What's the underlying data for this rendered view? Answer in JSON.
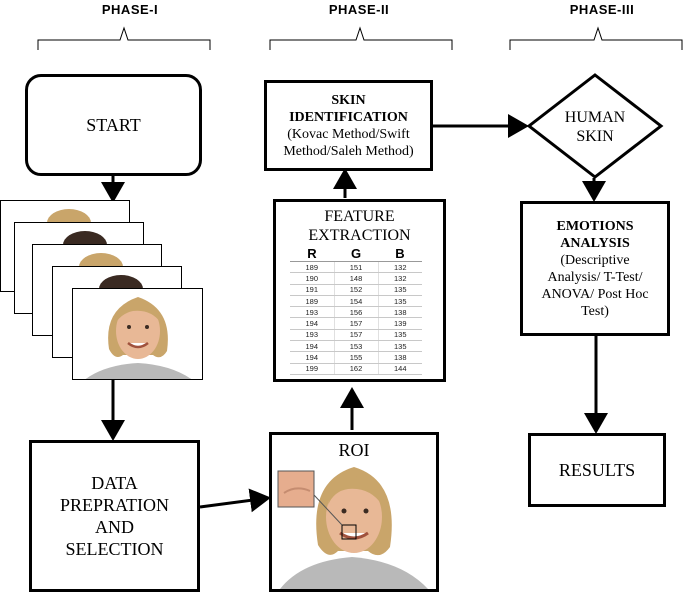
{
  "phases": [
    "PHASE-I",
    "PHASE-II",
    "PHASE-III"
  ],
  "nodes": {
    "start": "START",
    "data_prep": [
      "DATA",
      "PREPRATION",
      "AND",
      "SELECTION"
    ],
    "roi": "ROI",
    "feature_extraction": [
      "FEATURE",
      "EXTRACTION"
    ],
    "skin_identification": {
      "title": [
        "SKIN",
        "IDENTIFICATION"
      ],
      "subtitle": [
        "(Kovac Method/Swift",
        "Method/Saleh Method)"
      ]
    },
    "human_skin": [
      "HUMAN",
      "SKIN"
    ],
    "emotions_analysis": {
      "title": [
        "EMOTIONS",
        "ANALYSIS"
      ],
      "subtitle": [
        "(Descriptive",
        "Analysis/ T-Test/",
        "ANOVA/ Post Hoc",
        "Test)"
      ]
    },
    "results": "RESULTS"
  },
  "rgb_table": {
    "headers": [
      "R",
      "G",
      "B"
    ],
    "rows": [
      [
        "189",
        "151",
        "132"
      ],
      [
        "190",
        "148",
        "132"
      ],
      [
        "191",
        "152",
        "135"
      ],
      [
        "189",
        "154",
        "135"
      ],
      [
        "193",
        "156",
        "138"
      ],
      [
        "194",
        "157",
        "139"
      ],
      [
        "193",
        "157",
        "135"
      ],
      [
        "194",
        "153",
        "135"
      ],
      [
        "194",
        "155",
        "138"
      ],
      [
        "199",
        "162",
        "144"
      ]
    ]
  },
  "colors": {
    "line": "#000000",
    "skin": "#e8b896",
    "hair": "#c9a56a",
    "dark_hair": "#3a2a22",
    "shirt": "#b9b9b9"
  }
}
